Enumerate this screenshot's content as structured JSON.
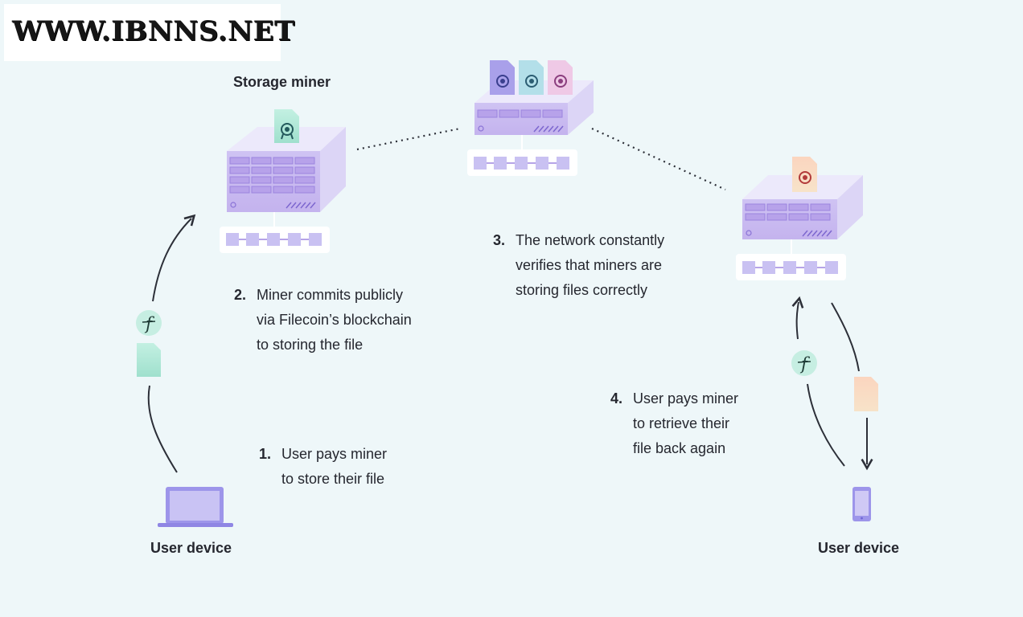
{
  "watermark": "WWW.IBNNS.NET",
  "labels": {
    "storage_miner": "Storage miner",
    "user_device_left": "User device",
    "user_device_right": "User device"
  },
  "steps": [
    {
      "num": "1.",
      "lines": [
        "User pays miner",
        "to store their file"
      ]
    },
    {
      "num": "2.",
      "lines": [
        "Miner commits publicly",
        "via Filecoin’s blockchain",
        "to storing the file"
      ]
    },
    {
      "num": "3.",
      "lines": [
        "The network constantly",
        "verifies that miners are",
        "storing files correctly"
      ]
    },
    {
      "num": "4.",
      "lines": [
        "User pays miner",
        "to retrieve their",
        "file back again"
      ]
    }
  ],
  "colors": {
    "background": "#eef7f9",
    "server_top": "#e9e6fb",
    "server_front": "#c7b9ef",
    "server_side": "#ddd6f7",
    "file_teal": "#aee7d6",
    "file_peach": "#f8cfb4",
    "token": "#c6eee2"
  },
  "icons": [
    "filecoin-token-icon",
    "file-icon",
    "laptop-icon",
    "phone-icon",
    "server-icon",
    "blockchain-icon"
  ]
}
